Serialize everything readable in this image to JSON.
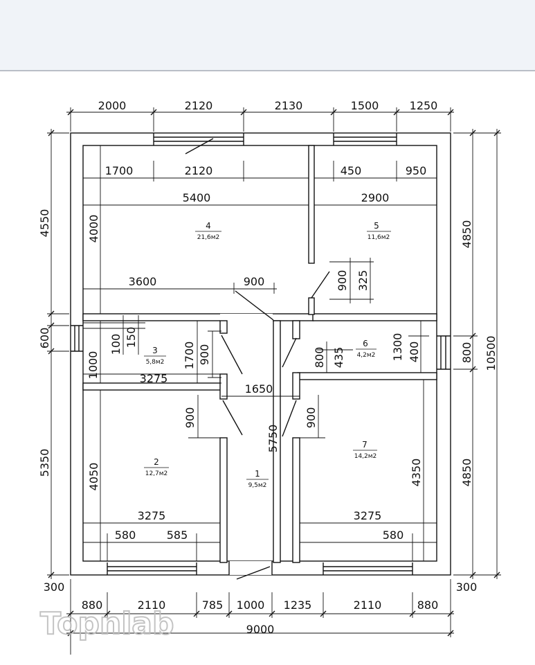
{
  "dimensions": {
    "top": [
      "2000",
      "2120",
      "2130",
      "1500",
      "1250"
    ],
    "bottom": [
      "880",
      "2110",
      "785",
      "1000",
      "1235",
      "2110",
      "880"
    ],
    "total_width": "9000",
    "left": [
      "4550",
      "600",
      "5350"
    ],
    "left_offsets": [
      "300",
      "300"
    ],
    "right": [
      "4850",
      "800",
      "4850"
    ],
    "total_height": "10500",
    "inner": {
      "r4_w1": "1700",
      "r4_w2": "2120",
      "r4_width": "5400",
      "r4_height": "4000",
      "r4_door": "3600",
      "r4_doorw": "900",
      "r5_w1": "450",
      "r5_w2": "950",
      "r5_width": "2900",
      "r5_door": "900",
      "r5_door2": "325",
      "r3_a": "100",
      "r3_b": "150",
      "r3_height": "1000",
      "r3_width": "3275",
      "r3_c": "1700",
      "r3_d": "900",
      "r6_a": "800",
      "r6_b": "435",
      "r6_c": "1300",
      "r6_d": "400",
      "hall_w": "1650",
      "hall_h": "5750",
      "r2_door": "900",
      "r2_height": "4050",
      "r2_width": "3275",
      "r2_w1": "580",
      "r2_w2": "585",
      "r7_door": "900",
      "r7_height": "4350",
      "r7_width": "3275",
      "r7_w1": "580"
    }
  },
  "rooms": [
    {
      "num": "1",
      "area": "9,5м2"
    },
    {
      "num": "2",
      "area": "12,7м2"
    },
    {
      "num": "3",
      "area": "5,8м2"
    },
    {
      "num": "4",
      "area": "21,6м2"
    },
    {
      "num": "5",
      "area": "11,6м2"
    },
    {
      "num": "6",
      "area": "4,2м2"
    },
    {
      "num": "7",
      "area": "14,2м2"
    }
  ],
  "watermark": "Topnlab"
}
